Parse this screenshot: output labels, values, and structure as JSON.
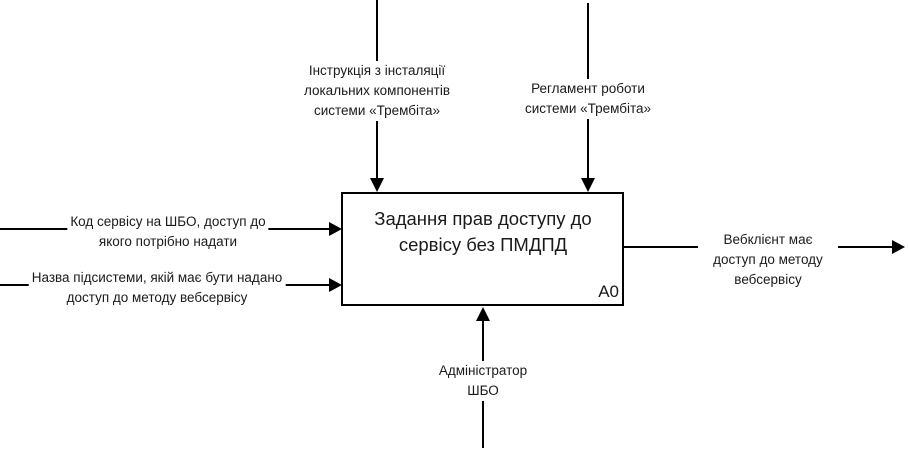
{
  "diagram": {
    "type": "IDEF0 context diagram",
    "node": {
      "title": "Задання прав доступу до\nсервісу без ПМДПД",
      "id_label": "A0"
    },
    "controls": [
      {
        "label": "Інструкція з інсталяції\nлокальних компонентів\nсистеми «Трембіта»"
      },
      {
        "label": "Регламент роботи\nсистеми «Трембіта»"
      }
    ],
    "inputs": [
      {
        "label": "Код сервісу на ШБО, доступ до\nякого потрібно надати"
      },
      {
        "label": "Назва підсистеми, якій має бути надано\nдоступ до методу вебсервісу"
      }
    ],
    "outputs": [
      {
        "label": "Вебклієнт має доступ до методу\nвебсервісу"
      }
    ],
    "mechanisms": [
      {
        "label": "Адміністратор\nШБО"
      }
    ],
    "colors": {
      "line": "#000000",
      "text": "#1a1a1a",
      "background": "#ffffff"
    }
  }
}
